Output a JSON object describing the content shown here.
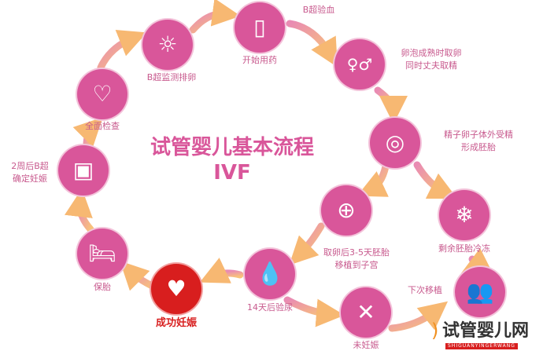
{
  "title": {
    "line1": "试管婴儿基本流程",
    "line2": "IVF"
  },
  "colors": {
    "node": "#d9569a",
    "success": "#d81e1e",
    "arrow": "#f6b36b"
  },
  "steps": [
    {
      "label": "全面检查",
      "icon": "heart-pulse-icon"
    },
    {
      "label": "B超监测排卵",
      "icon": "ovum-icon"
    },
    {
      "label": "开始用药",
      "icon": "medicine-bottle-icon"
    },
    {
      "label": "B超验血"
    },
    {
      "label1": "卵泡成熟时取卵",
      "label2": "同时丈夫取精",
      "icon": "gender-symbols-icon"
    },
    {
      "label1": "精子卵子体外受精",
      "label2": "形成胚胎",
      "icon": "sperm-egg-icon"
    },
    {
      "label": "剩余胚胎冷冻",
      "icon": "snowflake-icon"
    },
    {
      "label1": "取卵后3-5天胚胎",
      "label2": "移植到子宫",
      "icon": "embryo-hands-icon"
    },
    {
      "label": "14天后验尿",
      "icon": "drop-icon"
    },
    {
      "label": "未妊娠",
      "icon": "not-pregnant-icon"
    },
    {
      "label": "下次移植",
      "icon": "doctor-patient-icon"
    },
    {
      "label": "成功妊娠",
      "icon": "pregnant-heart-icon"
    },
    {
      "label": "保胎",
      "icon": "bed-rest-icon"
    },
    {
      "label1": "2周后B超",
      "label2": "确定妊娠",
      "icon": "ultrasound-icon"
    }
  ],
  "watermark": {
    "text": "试管婴儿网",
    "sub": "SHIGUANYINGERWANG"
  }
}
